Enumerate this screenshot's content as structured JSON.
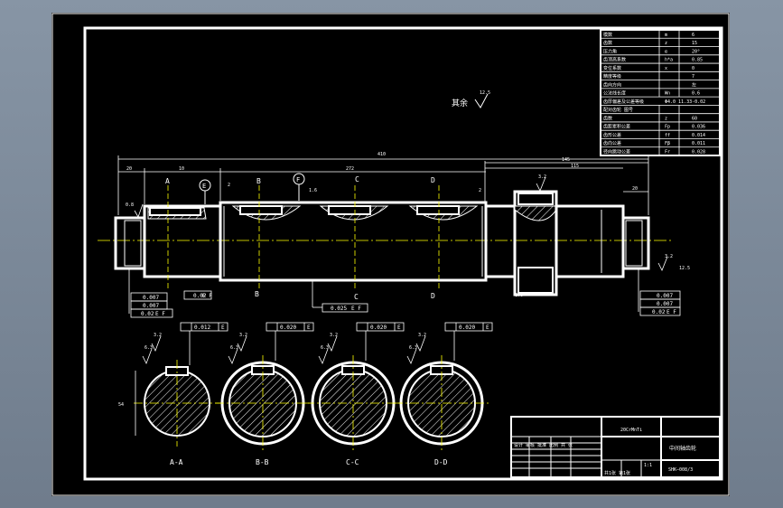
{
  "drawing": {
    "remark_label": "其余",
    "remark_roughness": "12.5",
    "overall_length": "410",
    "dim_right_outer": "145",
    "dim_right_inner": "115",
    "dim_left_a": "20",
    "dim_left_b": "10",
    "dim_middle": "272",
    "dim_right_c": "20",
    "dim_neck_left": "2",
    "dim_neck_mid": "1.6",
    "dim_neck_right": "2",
    "datum_e": "E",
    "datum_f": "F",
    "roughness_left": "0.8",
    "roughness_gear": "3.2",
    "roughness_right": "3.2",
    "roughness_chamfer": "12.5",
    "gear_note": "1.6",
    "section_labels_top": [
      "A",
      "B",
      "C",
      "D"
    ],
    "section_labels_bottom": [
      "B",
      "C",
      "D"
    ],
    "tolerances_left": [
      "0.007",
      "0.007"
    ],
    "runout_left": "0.02",
    "runout_left_ref": "E F",
    "runout_left_main": "0.02",
    "runout_left_main_ref": "E F",
    "runout_mid": "0.025",
    "runout_mid_ref": "E F",
    "tolerances_right": [
      "0.007",
      "0.007"
    ],
    "runout_right": "0.02",
    "runout_right_ref": "E F",
    "section_tolerances": [
      {
        "value": "0.012",
        "ref": "E"
      },
      {
        "value": "0.020",
        "ref": "E"
      },
      {
        "value": "0.020",
        "ref": "E"
      },
      {
        "value": "0.020",
        "ref": "E"
      }
    ],
    "section_roughness": [
      "6.3",
      "3.2",
      "6.3",
      "3.2",
      "6.3",
      "3.2",
      "6.3",
      "3.2"
    ],
    "section_names": [
      "A-A",
      "B-B",
      "C-C",
      "D-D"
    ],
    "section_diameter": "54"
  },
  "params_table": {
    "rows": [
      [
        "模数",
        "m",
        "6"
      ],
      [
        "齿数",
        "z",
        "15"
      ],
      [
        "压力角",
        "α",
        "20°"
      ],
      [
        "齿顶高系数",
        "h*a",
        "0.85"
      ],
      [
        "变位系数",
        "x",
        "0"
      ],
      [
        "精度等级",
        "",
        "7"
      ],
      [
        "齿向方向",
        "",
        "左"
      ],
      [
        "公法线长度",
        "Wn",
        "0.6"
      ],
      [
        "齿厚偏差及公差等级",
        "",
        "Φ4.0  11.33-0.02"
      ],
      [
        "配对齿轮 图号",
        "",
        ""
      ],
      [
        "齿数",
        "z",
        "60"
      ],
      [
        "齿距累积公差",
        "Fp",
        "0.036"
      ],
      [
        "齿形公差",
        "ff",
        "0.014"
      ],
      [
        "齿向公差",
        "Fβ",
        "0.011"
      ],
      [
        "径向跳动公差",
        "Fr",
        "0.028"
      ]
    ]
  },
  "title_block": {
    "material": "20CrMnTi",
    "drawing_name": "中间轴齿轮",
    "drawing_number": "SHK—008/3",
    "designer_row": "设计  审核  批准  比例  共  张",
    "scale": "1:1",
    "sheet": "共1张 第1张"
  }
}
